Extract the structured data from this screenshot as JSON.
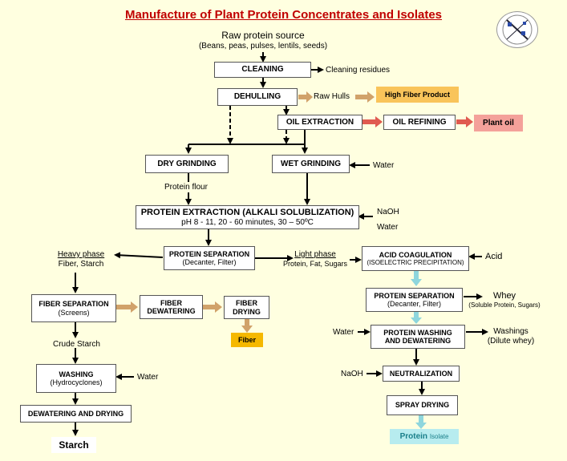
{
  "title": "Manufacture of Plant Protein Concentrates and Isolates",
  "source": {
    "label": "Raw protein source",
    "sub": "(Beans, peas, pulses, lentils, seeds)"
  },
  "boxes": {
    "cleaning": "CLEANING",
    "dehulling": "DEHULLING",
    "oil_extraction": "OIL EXTRACTION",
    "oil_refining": "OIL REFINING",
    "dry_grinding": "DRY GRINDING",
    "wet_grinding": "WET GRINDING",
    "protein_extraction": "PROTEIN EXTRACTION (ALKALI SOLUBLIZATION)",
    "protein_extraction_sub": "pH 8 - 11, 20 - 60 minutes, 30 – 50ºC",
    "protein_separation": "PROTEIN SEPARATION",
    "protein_separation_sub": "(Decanter, Filter)",
    "acid_coagulation": "ACID COAGULATION",
    "acid_coagulation_sub": "(ISOELECTRIC PRECIPITATION)",
    "fiber_separation": "FIBER SEPARATION",
    "fiber_separation_sub": "(Screens)",
    "fiber_dewatering": "FIBER\nDEWATERING",
    "fiber_drying": "FIBER\nDRYING",
    "protein_separation_2": "PROTEIN SEPARATION",
    "protein_separation_2_sub": "(Decanter, Filter)",
    "protein_washing": "PROTEIN WASHING\nAND DEWATERING",
    "washing": "WASHING",
    "washing_sub": "(Hydrocyclones)",
    "neutralization": "NEUTRALIZATION",
    "dewatering_drying": "DEWATERING AND DRYING",
    "spray_drying": "SPRAY DRYING"
  },
  "products": {
    "high_fiber": "High Fiber Product",
    "plant_oil": "Plant oil",
    "fiber": "Fiber",
    "starch": "Starch",
    "protein_isolate_main": "Protein",
    "protein_isolate_small": "Isolate"
  },
  "labels": {
    "cleaning_residues": "Cleaning residues",
    "raw_hulls": "Raw Hulls",
    "water_wet": "Water",
    "protein_flour": "Protein flour",
    "naoh_extraction": "NaOH",
    "water_extraction": "Water",
    "heavy_phase": "Heavy phase",
    "heavy_phase_sub": "Fiber, Starch",
    "light_phase": "Light phase",
    "light_phase_sub": "Protein, Fat, Sugars",
    "acid": "Acid",
    "whey": "Whey",
    "whey_sub": "(Soluble Protein, Sugars)",
    "water_washing": "Water",
    "washings": "Washings",
    "washings_sub": "(Dilute whey)",
    "crude_starch": "Crude Starch",
    "water_hydro": "Water",
    "naoh_neutral": "NaOH"
  },
  "colors": {
    "background": "#ffffe0",
    "title": "#c00000",
    "high_fiber_fill": "#f9c45a",
    "plant_oil_fill": "#f4a19a",
    "fiber_fill": "#f5b800",
    "isolate_fill": "#b7ecef",
    "tan_arrow": "#d1a26a",
    "red_arrow": "#e05a50",
    "cyan_arrow": "#8ed6dd"
  },
  "logo": "university-seal-icon"
}
